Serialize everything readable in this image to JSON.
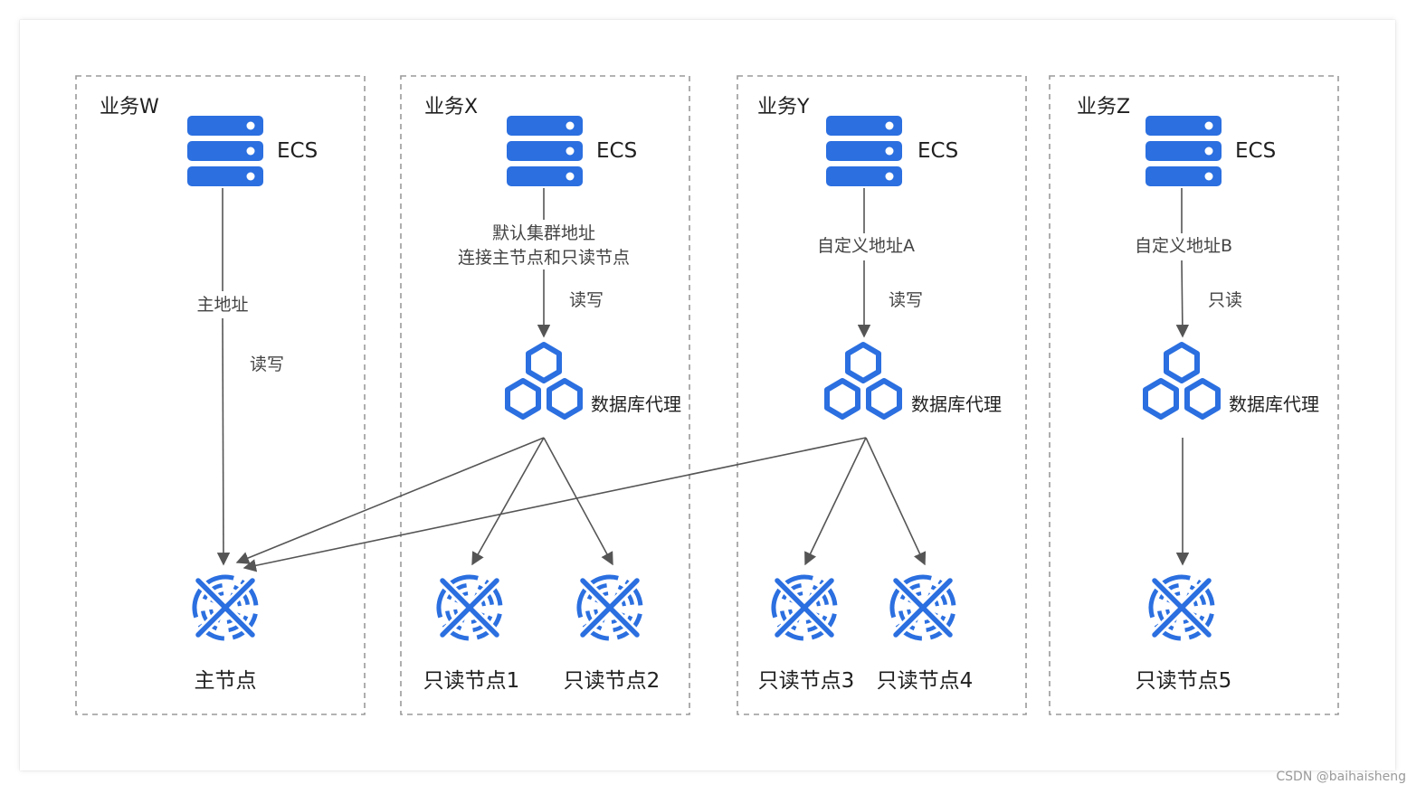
{
  "colors": {
    "accent": "#2b6fe0",
    "box_border": "#9a9a9a",
    "edge": "#555555"
  },
  "groups": [
    {
      "title": "业务W",
      "ecs_label": "ECS"
    },
    {
      "title": "业务X",
      "ecs_label": "ECS"
    },
    {
      "title": "业务Y",
      "ecs_label": "ECS"
    },
    {
      "title": "业务Z",
      "ecs_label": "ECS"
    }
  ],
  "edge_labels": {
    "w_addr": "主地址",
    "w_mode": "读写",
    "x_addr_line1": "默认集群地址",
    "x_addr_line2": "连接主节点和只读节点",
    "x_mode": "读写",
    "y_addr": "自定义地址A",
    "y_mode": "读写",
    "z_addr": "自定义地址B",
    "z_mode": "只读"
  },
  "proxy_label": "数据库代理",
  "nodes": {
    "primary": "主节点",
    "ro1": "只读节点1",
    "ro2": "只读节点2",
    "ro3": "只读节点3",
    "ro4": "只读节点4",
    "ro5": "只读节点5"
  },
  "icons": {
    "server": "server-stack-icon",
    "proxy": "hexagon-cluster-icon",
    "database": "db-node-icon"
  },
  "watermark": "CSDN @baihaisheng"
}
